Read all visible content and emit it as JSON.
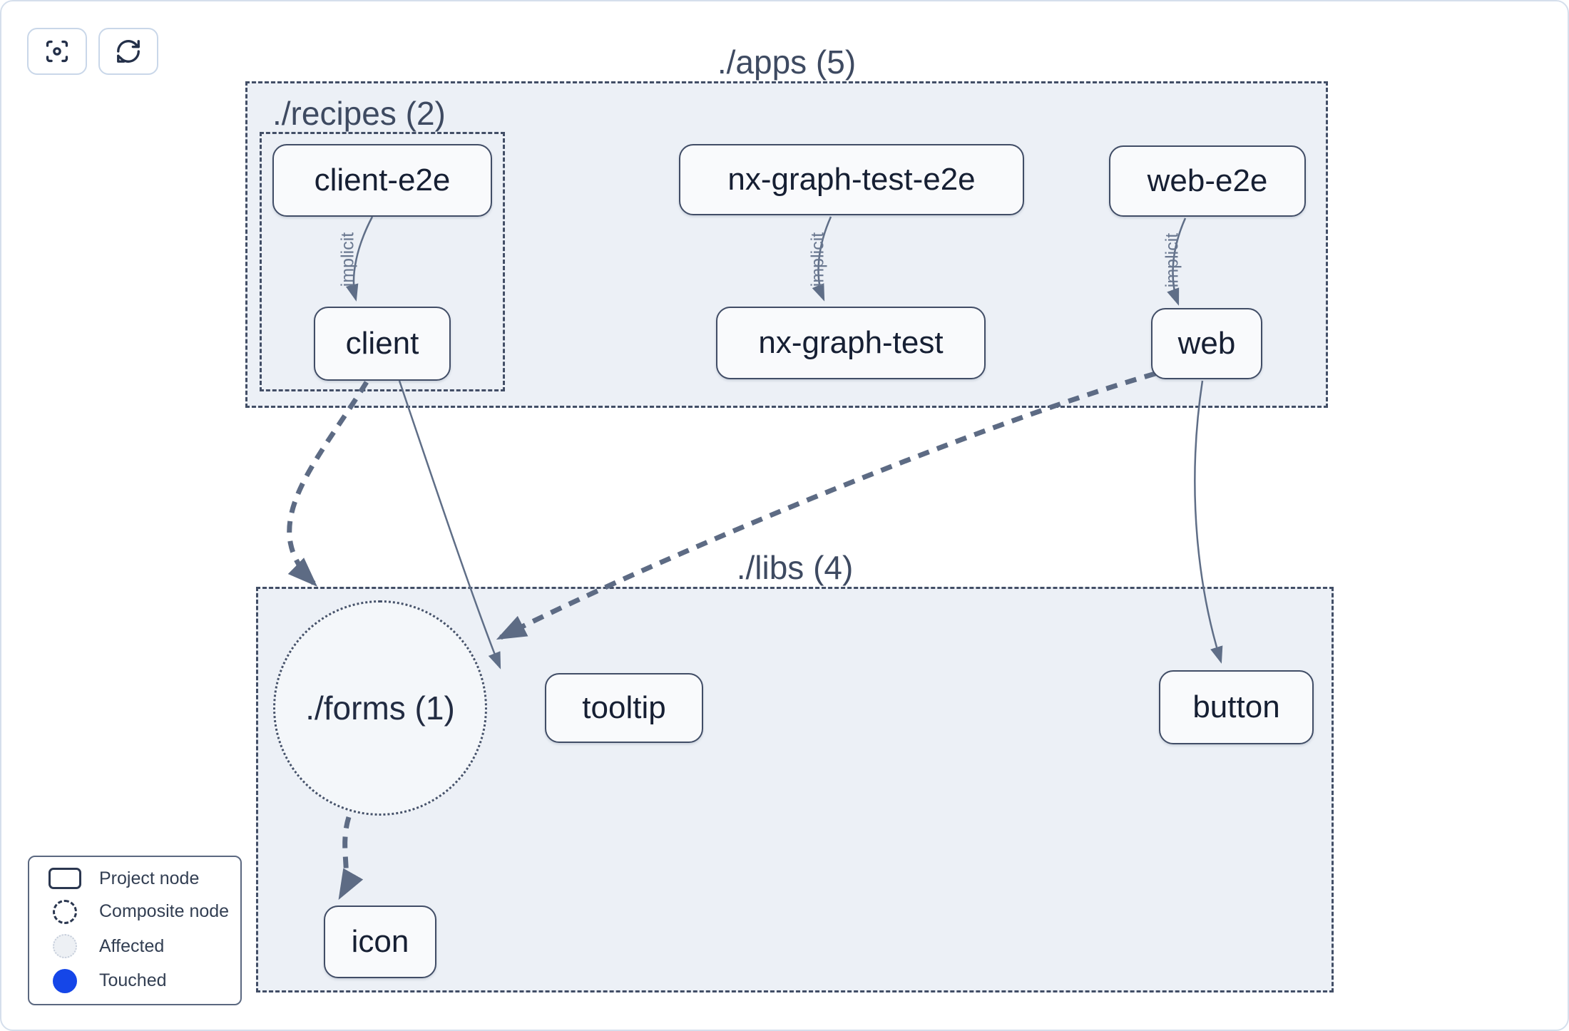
{
  "toolbar": {
    "buttons": [
      {
        "name": "focus",
        "icon": "focus-viewfinder-icon"
      },
      {
        "name": "refresh",
        "icon": "refresh-icon"
      }
    ]
  },
  "graph": {
    "groups": [
      {
        "id": "apps",
        "label": "./apps (5)",
        "shape": "rect",
        "count": 5
      },
      {
        "id": "recipes",
        "label": "./recipes (2)",
        "shape": "rect",
        "count": 2
      },
      {
        "id": "libs",
        "label": "./libs (4)",
        "shape": "rect",
        "count": 4
      },
      {
        "id": "forms",
        "label": "./forms (1)",
        "shape": "circle",
        "count": 1
      }
    ],
    "nodes": [
      {
        "id": "client-e2e",
        "label": "client-e2e",
        "group": "recipes"
      },
      {
        "id": "nx-graph-test-e2e",
        "label": "nx-graph-test-e2e",
        "group": "apps"
      },
      {
        "id": "web-e2e",
        "label": "web-e2e",
        "group": "apps"
      },
      {
        "id": "client",
        "label": "client",
        "group": "recipes"
      },
      {
        "id": "nx-graph-test",
        "label": "nx-graph-test",
        "group": "apps"
      },
      {
        "id": "web",
        "label": "web",
        "group": "apps"
      },
      {
        "id": "tooltip",
        "label": "tooltip",
        "group": "libs"
      },
      {
        "id": "button",
        "label": "button",
        "group": "libs"
      },
      {
        "id": "icon",
        "label": "icon",
        "group": "libs"
      }
    ],
    "edges": [
      {
        "from": "client-e2e",
        "to": "client",
        "label": "implicit",
        "style": "implicit-thin"
      },
      {
        "from": "nx-graph-test-e2e",
        "to": "nx-graph-test",
        "label": "implicit",
        "style": "implicit-thin"
      },
      {
        "from": "web-e2e",
        "to": "web",
        "label": "implicit",
        "style": "implicit-thin"
      },
      {
        "from": "client",
        "to": "./forms",
        "label": "",
        "style": "thick-dashed"
      },
      {
        "from": "client",
        "to": "tooltip",
        "label": "",
        "style": "thin-solid"
      },
      {
        "from": "web",
        "to": "./forms",
        "label": "",
        "style": "thick-dashed"
      },
      {
        "from": "web",
        "to": "button",
        "label": "",
        "style": "thin-solid"
      },
      {
        "from": "./forms",
        "to": "icon",
        "label": "",
        "style": "thick-dashed"
      }
    ]
  },
  "legend": {
    "items": [
      {
        "icon": "project-node-icon",
        "label": "Project node"
      },
      {
        "icon": "composite-node-icon",
        "label": "Composite node"
      },
      {
        "icon": "affected-icon",
        "label": "Affected"
      },
      {
        "icon": "touched-icon",
        "label": "Touched"
      }
    ]
  },
  "colors": {
    "touched": "#1546e8",
    "affected_fill": "#edf0f4",
    "group_fill": "#ecf0f6",
    "node_fill": "#f9fafc",
    "node_border": "#414d66",
    "edge": "#5d6b84",
    "label": "#3e4a61"
  }
}
